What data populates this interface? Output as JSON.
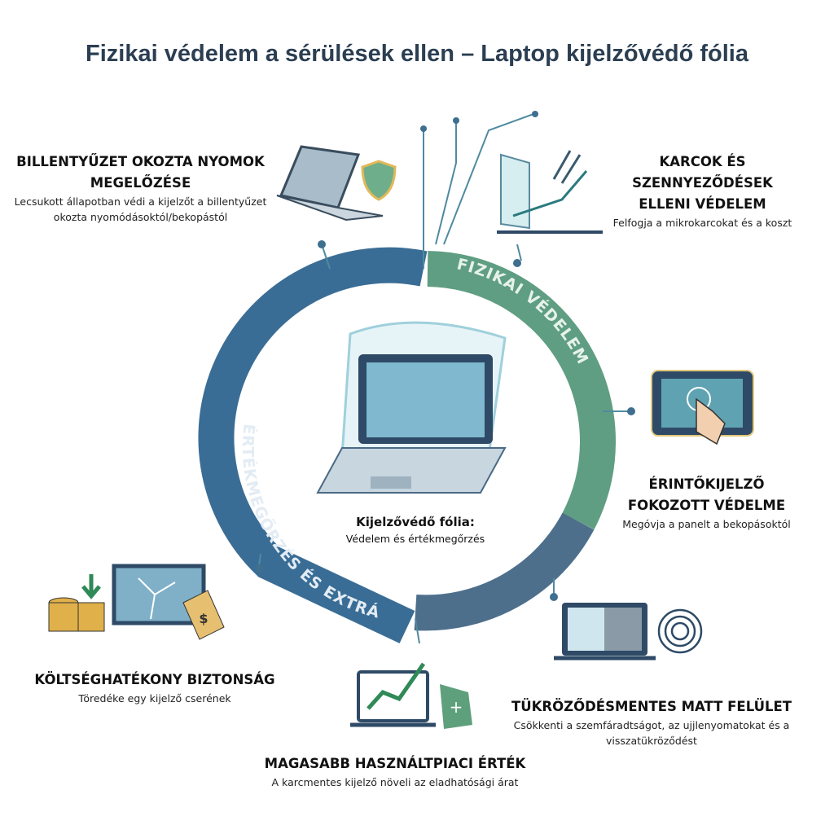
{
  "title": "Fizikai védelem a sérülések ellen – Laptop kijelzővédő fólia",
  "ring": {
    "segment_top_right": "FIZIKAI VÉDELEM",
    "segment_left": "ÉRTÉKMEGŐRZÉS ÉS EXTRÁK",
    "colors": {
      "blue": "#3a6d95",
      "green": "#5f9e82",
      "slate": "#4d6f8c"
    }
  },
  "center": {
    "title": "Kijelzővédő fólia:",
    "subtitle": "Védelem és értékmegőrzés"
  },
  "features": [
    {
      "title": "BILLENTYŰZET OKOZTA NYOMOK MEGELŐZÉSE",
      "text": "Lecsukott állapotban védi a kijelzőt a billentyűzet okozta nyomódásoktól/bekopástól",
      "icon": "laptop-shield-icon"
    },
    {
      "title": "KARCOK ÉS SZENNYEZŐDÉSEK ELLENI VÉDELEM",
      "text": "Felfogja a mikrokarcokat és a koszt",
      "icon": "scratch-icon"
    },
    {
      "title": "ÉRINTŐKIJELZŐ FOKOZOTT VÉDELME",
      "text": "Megóvja a panelt a bekopásoktól",
      "icon": "touchscreen-icon"
    },
    {
      "title": "TÜKRÖZŐDÉSMENTES MATT FELÜLET",
      "text": "Csökkenti a szemfáradtságot, az ujjlenyomatokat és a visszatükröződést",
      "icon": "matte-fingerprint-icon"
    },
    {
      "title": "MAGASABB HASZNÁLTPIACI ÉRTÉK",
      "text": "A karcmentes kijelző növeli az eladhatósági árat",
      "icon": "value-chart-icon"
    },
    {
      "title": "KÖLTSÉGHATÉKONY BIZTONSÁG",
      "text": "Töredéke egy kijelző cserének",
      "icon": "coins-broken-screen-icon"
    }
  ]
}
